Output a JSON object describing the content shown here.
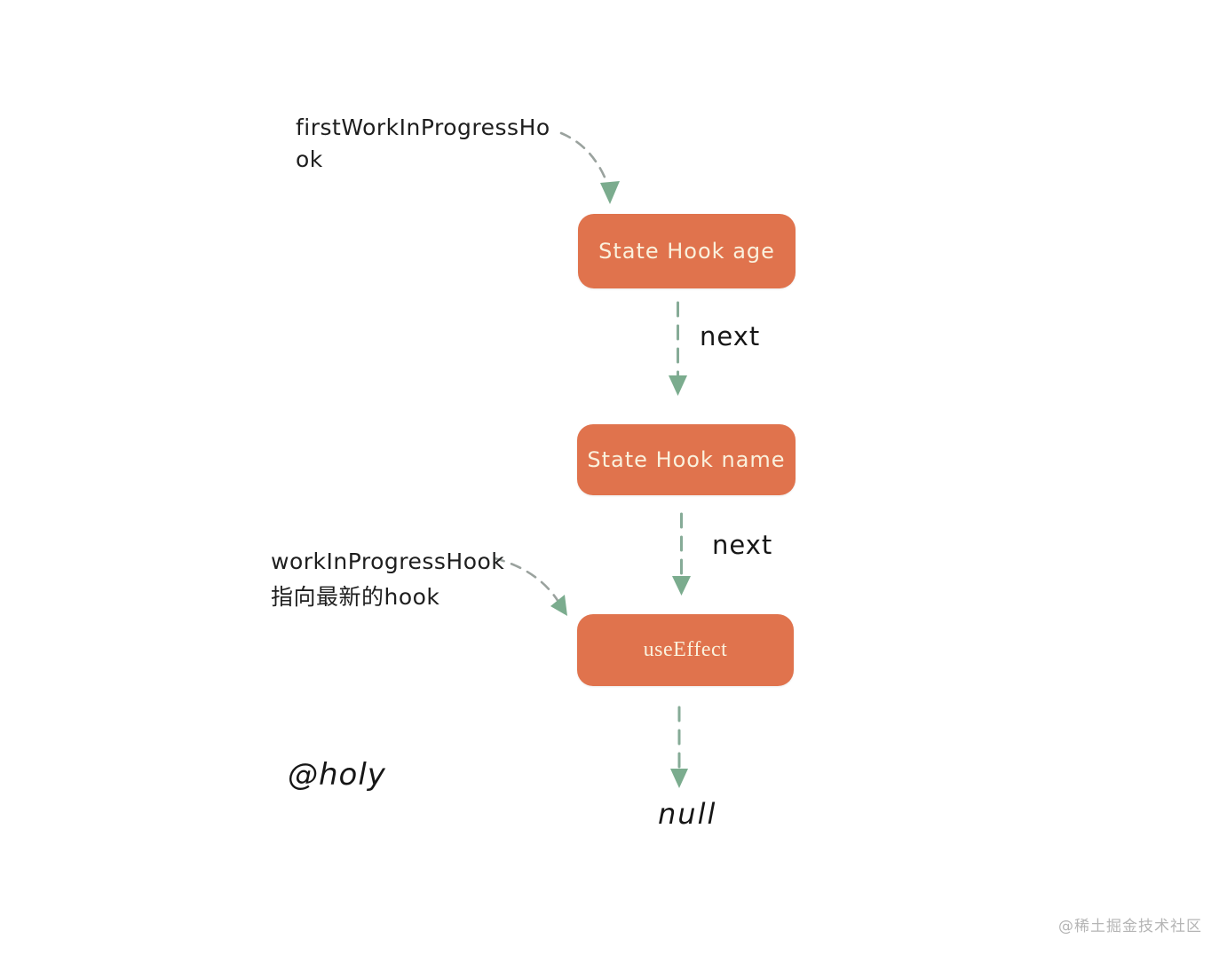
{
  "diagram": {
    "pointer_labels": {
      "first": "firstWorkInProgressHook",
      "wip_line1": "workInProgressHook",
      "wip_line2": "指向最新的hook"
    },
    "nodes": [
      {
        "label": "State Hook age"
      },
      {
        "label": "State Hook name"
      },
      {
        "label": "useEffect"
      }
    ],
    "edge_labels": {
      "next1": "next",
      "next2": "next"
    },
    "terminator": "null",
    "signature": "@holy",
    "watermark": "@稀土掘金技术社区",
    "colors": {
      "node_fill": "#e0734d",
      "node_text": "#faf1dd",
      "arrow_green": "#7bac8e",
      "arrow_dash_green": "#86ab97",
      "arrow_dash_gray": "#9aa29e",
      "label_text": "#1e1e1e",
      "watermark_text": "#b5b5b5",
      "background": "#ffffff"
    }
  }
}
